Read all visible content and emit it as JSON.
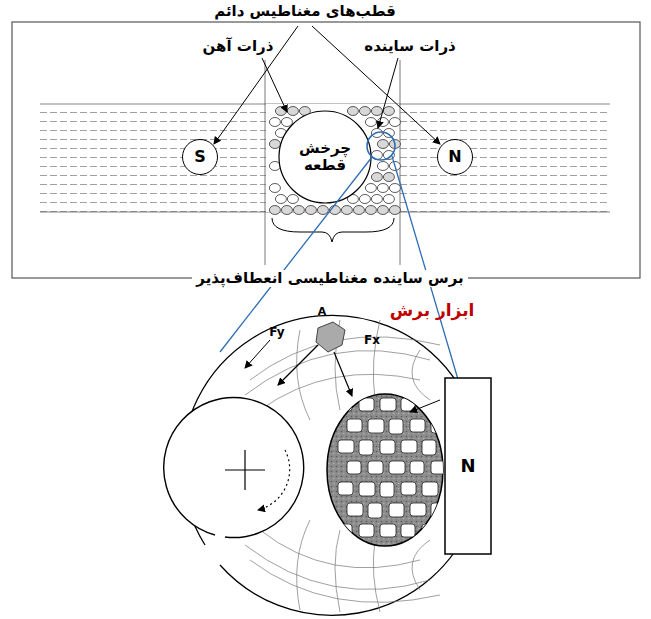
{
  "diagram": {
    "nodes": [
      {
        "text": [
          "S"
        ]
      },
      {
        "text": [
          "چرخش قطعه"
        ]
      },
      {
        "text": [
          "N"
        ]
      },
      {
        "text": [
          "N"
        ]
      }
    ],
    "labels": [
      "قطب‌های مغناطیس دائم",
      "ذرات آهن",
      "ذرات ساینده",
      "برس ساینده مغناطیسی انعطاف‌پذیر",
      "ابزار برش",
      "Fy",
      "A",
      "Fx"
    ]
  }
}
